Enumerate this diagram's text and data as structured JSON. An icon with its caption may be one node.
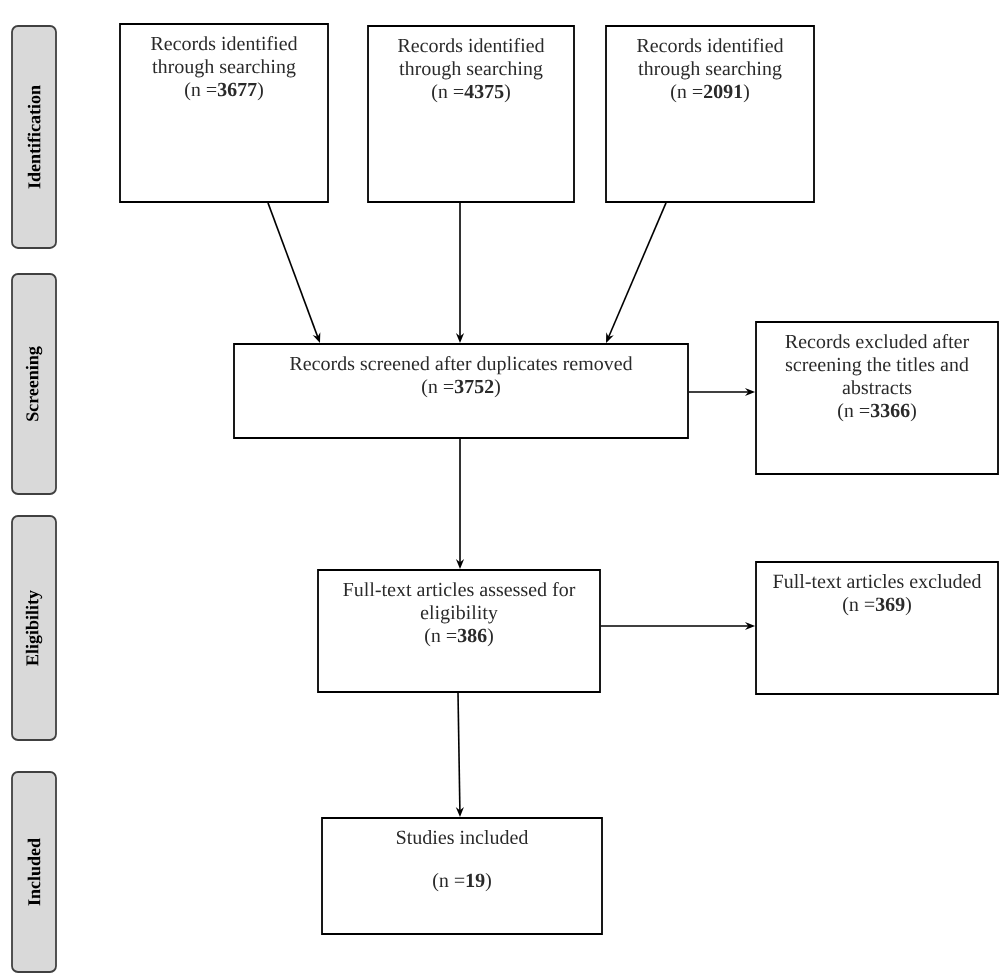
{
  "diagram": {
    "nodes": [
      {
        "text": [
          "Identification"
        ]
      },
      {
        "text": [
          "Records identified through searching",
          "(n =**3677**)"
        ]
      },
      {
        "text": [
          "Records identified through searching",
          "(n =**4375**)"
        ]
      },
      {
        "text": [
          "Records identified through searching",
          "(n =**2091**)"
        ]
      },
      {
        "text": [
          "Screening"
        ]
      },
      {
        "text": [
          "Records screened after duplicates removed",
          "(n =**3752**)"
        ]
      },
      {
        "text": [
          "Records excluded after screening the titles and abstracts",
          "(n =**3366**)"
        ]
      },
      {
        "text": [
          "Eligibility"
        ]
      },
      {
        "text": [
          "Full-text articles assessed for eligibility",
          "(n =**386**)"
        ]
      },
      {
        "text": [
          "Full-text articles excluded",
          "(n =**369**)"
        ]
      },
      {
        "text": [
          "Included"
        ]
      },
      {
        "text": [
          "Studies included",
          "(n =**19**)"
        ]
      }
    ],
    "edges": [
      {
        "from": 1,
        "to": 5,
        "arrow": "to"
      },
      {
        "from": 2,
        "to": 5,
        "arrow": "to"
      },
      {
        "from": 3,
        "to": 5,
        "arrow": "to"
      },
      {
        "from": 5,
        "to": 6,
        "arrow": "to"
      },
      {
        "from": 5,
        "to": 8,
        "arrow": "to"
      },
      {
        "from": 8,
        "to": 9,
        "arrow": "to"
      },
      {
        "from": 8,
        "to": 11,
        "arrow": "to"
      }
    ]
  }
}
